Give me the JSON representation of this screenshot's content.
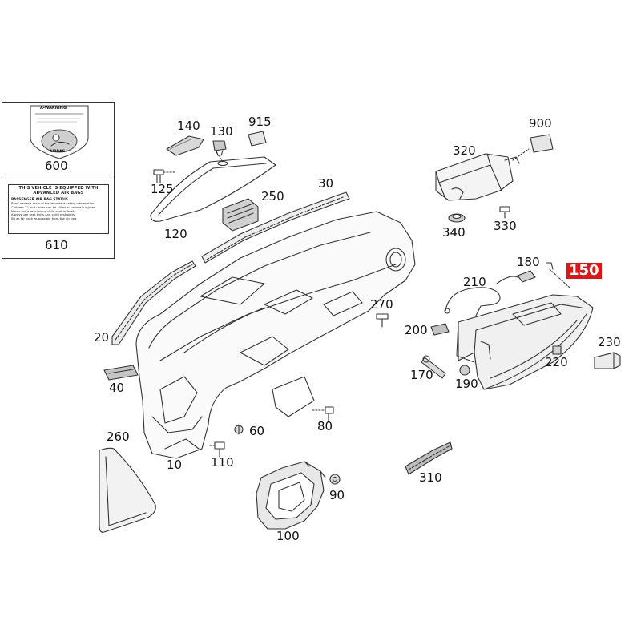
{
  "diagram": {
    "highlight_color": "#e01515",
    "callouts": [
      {
        "id": "600",
        "text": "600"
      },
      {
        "id": "610",
        "text": "610"
      },
      {
        "id": "140",
        "text": "140"
      },
      {
        "id": "130",
        "text": "130"
      },
      {
        "id": "915",
        "text": "915"
      },
      {
        "id": "125",
        "text": "125"
      },
      {
        "id": "120",
        "text": "120"
      },
      {
        "id": "30",
        "text": "30"
      },
      {
        "id": "250",
        "text": "250"
      },
      {
        "id": "900",
        "text": "900"
      },
      {
        "id": "320",
        "text": "320"
      },
      {
        "id": "340",
        "text": "340"
      },
      {
        "id": "330",
        "text": "330"
      },
      {
        "id": "180",
        "text": "180"
      },
      {
        "id": "150",
        "text": "150",
        "highlighted": true
      },
      {
        "id": "210",
        "text": "210"
      },
      {
        "id": "270",
        "text": "270"
      },
      {
        "id": "200",
        "text": "200"
      },
      {
        "id": "230",
        "text": "230"
      },
      {
        "id": "220",
        "text": "220"
      },
      {
        "id": "170",
        "text": "170"
      },
      {
        "id": "190",
        "text": "190"
      },
      {
        "id": "20",
        "text": "20"
      },
      {
        "id": "40",
        "text": "40"
      },
      {
        "id": "60",
        "text": "60"
      },
      {
        "id": "80",
        "text": "80"
      },
      {
        "id": "260",
        "text": "260"
      },
      {
        "id": "110",
        "text": "110"
      },
      {
        "id": "10",
        "text": "10"
      },
      {
        "id": "90",
        "text": "90"
      },
      {
        "id": "310",
        "text": "310"
      },
      {
        "id": "100",
        "text": "100"
      }
    ],
    "warning_label": {
      "heading": "THIS VEHICLE IS EQUIPPED WITH ADVANCED AIR BAGS",
      "subheading": "PASSENGER AIR BAG STATUS",
      "lines": [
        "Read owner's manual for important safety information",
        "Children 12 and under can be killed or seriously injured",
        "Never put a rear-facing child seat in front",
        "Always use seat belts and child restraints",
        "Sit as far back as possible from the air bag"
      ]
    },
    "sticker_600": {
      "header": "A-WARNING",
      "badge": "AIRBAG"
    }
  }
}
